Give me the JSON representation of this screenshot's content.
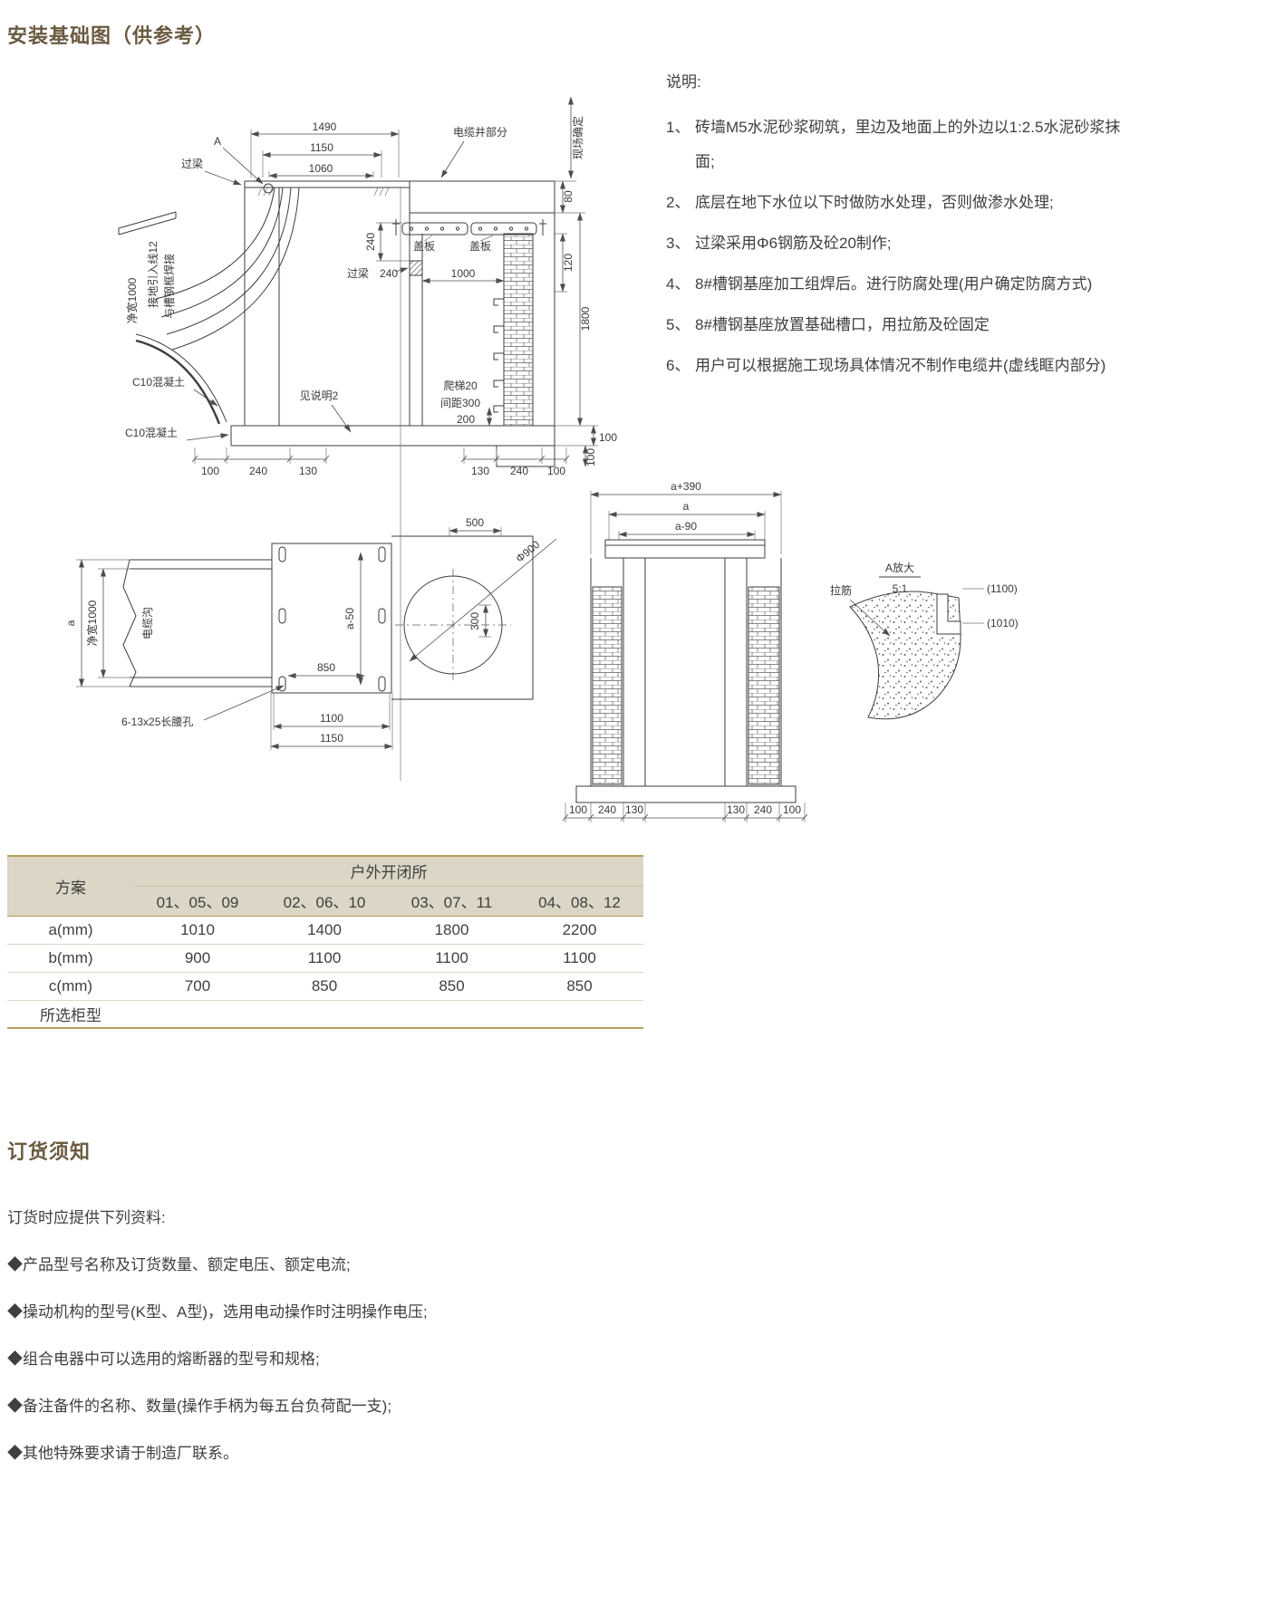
{
  "theme": {
    "accent": "#6b5b41",
    "table_header_bg": "#dbd6c5",
    "table_border_gold": "#b99c5d",
    "line_color": "#3d3d3d"
  },
  "page": {
    "title": "安装基础图（供参考）"
  },
  "notes": {
    "heading": "说明:",
    "items": [
      {
        "no": "1、",
        "text": "砖墙M5水泥砂浆砌筑，里边及地面上的外边以1:2.5水泥砂浆抹面;"
      },
      {
        "no": "2、",
        "text": "底层在地下水位以下时做防水处理，否则做渗水处理;"
      },
      {
        "no": "3、",
        "text": "过梁采用Φ6钢筋及砼20制作;"
      },
      {
        "no": "4、",
        "text": "8#槽钢基座加工组焊后。进行防腐处理(用户确定防腐方式)"
      },
      {
        "no": "5、",
        "text": "8#槽钢基座放置基础槽口，用拉筋及砼固定"
      },
      {
        "no": "6、",
        "text": "用户可以根据施工现场具体情况不制作电缆井(虚线眶内部分)"
      }
    ]
  },
  "drawing": {
    "section": {
      "dim_1490": "1490",
      "dim_1150": "1150",
      "dim_1060": "1060",
      "marker_a": "A",
      "lintel_top": "过梁",
      "cable_well": "电缆井部分",
      "site_confirm": "现场确定",
      "dim_80": "80",
      "dim_120": "120",
      "dim_1800": "1800",
      "dim_240_v": "240",
      "cover_1": "盖板",
      "cover_2": "盖板",
      "lintel_mid": "过梁",
      "dim_240_h": "240",
      "dim_1000": "1000",
      "ground_wire": "接地引入线12",
      "weld_frame": "与槽钢框焊接",
      "net_width": "净宽1000",
      "c10_1": "C10混凝土",
      "c10_2": "C10混凝土",
      "see_note": "见说明2",
      "ladder": "爬梯20",
      "ladder_gap": "间距300",
      "dim_200": "200",
      "dim_100_r1": "100",
      "dim_100_r2": "100",
      "chain_left": [
        "100",
        "240",
        "130"
      ],
      "chain_right": [
        "130",
        "240",
        "100"
      ]
    },
    "plan": {
      "dim_a": "a",
      "net_width": "净宽1000",
      "trench": "电缆沟",
      "slots": "6-13x25长腰孔",
      "dim_850": "850",
      "dim_1100": "1100",
      "dim_1150": "1150",
      "dim_a50": "a-50",
      "dim_500": "500",
      "dim_300": "300",
      "dim_phi900": "Φ900"
    },
    "front": {
      "dim_a390": "a+390",
      "dim_a": "a",
      "dim_a90": "a-90",
      "chain_left": [
        "100",
        "240",
        "130"
      ],
      "chain_right": [
        "130",
        "240",
        "100"
      ]
    },
    "detail": {
      "title": "A放大",
      "scale": "5:1",
      "lajin": "拉筋",
      "dim_1100": "(1100)",
      "dim_1010": "(1010)"
    }
  },
  "table": {
    "scheme_header": "方案",
    "group_header": "户外开闭所",
    "columns": [
      "01、05、09",
      "02、06、10",
      "03、07、11",
      "04、08、12"
    ],
    "rows": [
      {
        "label": "a(mm)",
        "values": [
          "1010",
          "1400",
          "1800",
          "2200"
        ]
      },
      {
        "label": "b(mm)",
        "values": [
          "900",
          "1100",
          "1100",
          "1100"
        ]
      },
      {
        "label": "c(mm)",
        "values": [
          "700",
          "850",
          "850",
          "850"
        ]
      },
      {
        "label": "所选柜型",
        "values": [
          "",
          "",
          "",
          ""
        ]
      }
    ]
  },
  "ordering": {
    "title": "订货须知",
    "intro": "订货时应提供下列资料:",
    "items": [
      "◆产品型号名称及订货数量、额定电压、额定电流;",
      "◆操动机构的型号(K型、A型)，选用电动操作时注明操作电压;",
      "◆组合电器中可以选用的熔断器的型号和规格;",
      "◆备注备件的名称、数量(操作手柄为每五台负荷配一支);",
      "◆其他特殊要求请于制造厂联系。"
    ]
  }
}
